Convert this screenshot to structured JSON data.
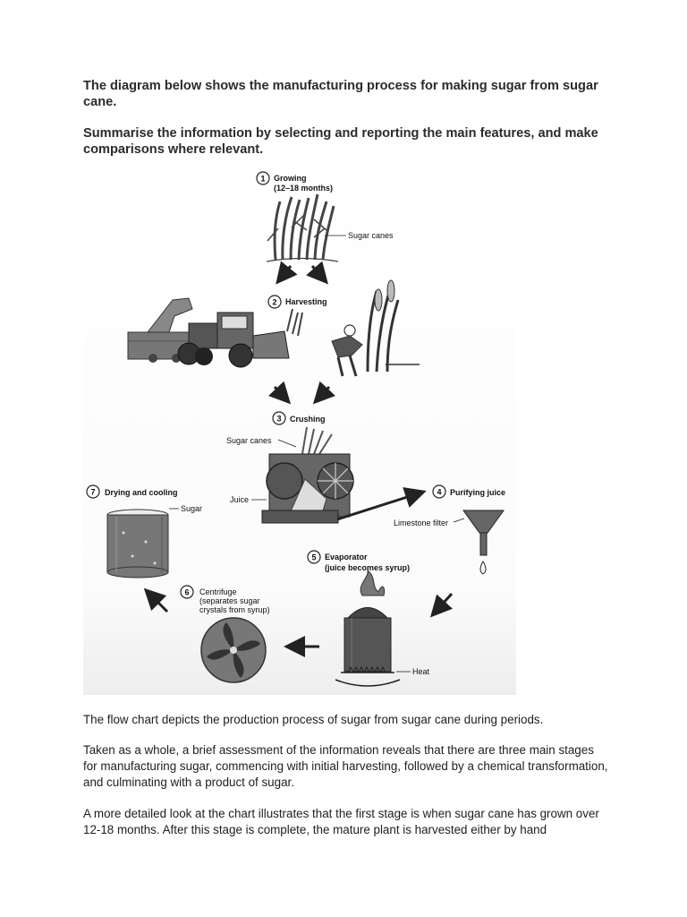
{
  "heading1": "The diagram below shows the manufacturing process for making sugar from sugar cane.",
  "heading2": "Summarise the information by selecting and reporting the main features, and make comparisons where relevant.",
  "diagram": {
    "steps": [
      {
        "number": "1",
        "label": "Growing",
        "sub": "(12–18 months)"
      },
      {
        "number": "2",
        "label": "Harvesting"
      },
      {
        "number": "3",
        "label": "Crushing"
      },
      {
        "number": "4",
        "label": "Purifying juice"
      },
      {
        "number": "5",
        "label": "Evaporator",
        "sub": "(juice becomes syrup)"
      },
      {
        "number": "6",
        "label": "Centrifuge",
        "sub": "(separates sugar",
        "sub2": "crystals from syrup)"
      },
      {
        "number": "7",
        "label": "Drying and cooling"
      }
    ],
    "callouts": {
      "sugar_canes_top": "Sugar canes",
      "sugar_canes_crush": "Sugar canes",
      "juice": "Juice",
      "limestone_filter": "Limestone filter",
      "sugar": "Sugar",
      "heat": "Heat"
    }
  },
  "paragraphs": [
    "The flow chart depicts the production process of sugar from sugar cane during periods.",
    "Taken as a whole, a brief assessment of the information reveals that there are three main stages for manufacturing sugar, commencing with initial harvesting, followed by a chemical transformation, and culminating with a product of sugar.",
    "A more detailed look at the chart illustrates that the first stage is when sugar cane has grown over 12-18 months. After this stage is complete, the mature plant is harvested either by hand"
  ]
}
